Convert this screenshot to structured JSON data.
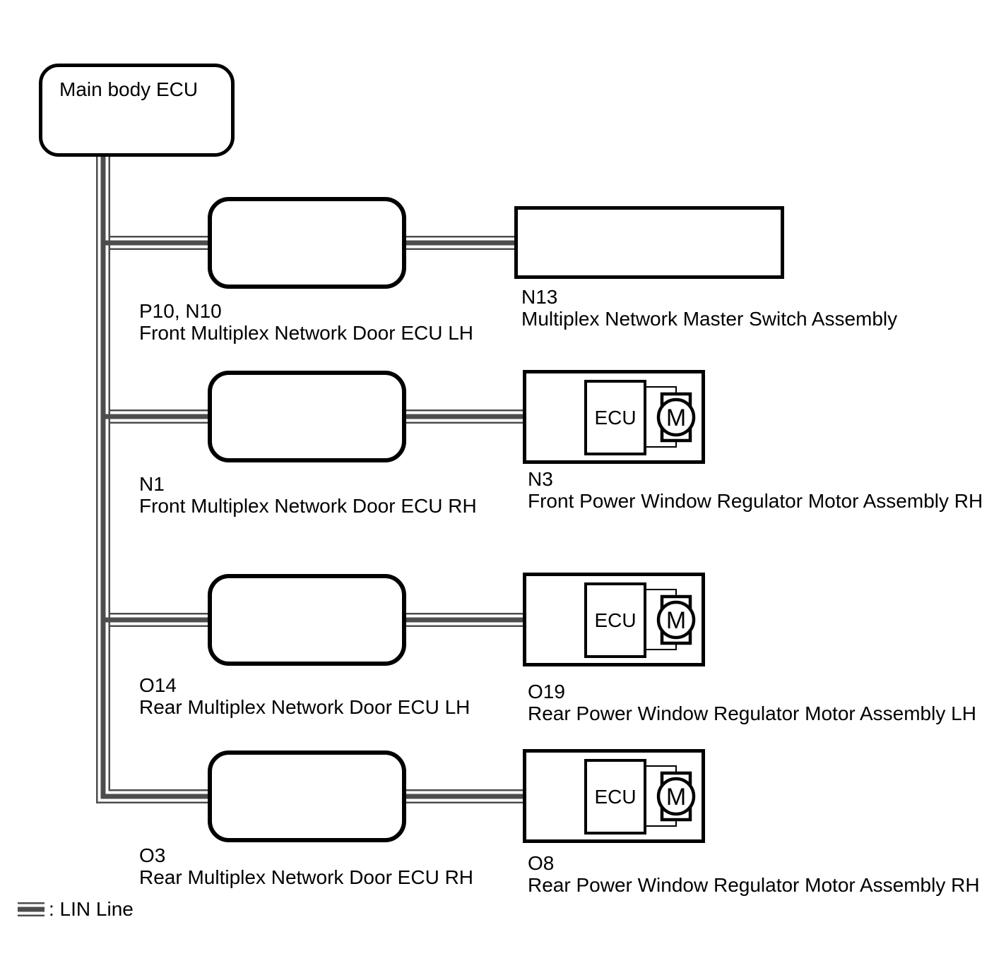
{
  "diagram": {
    "root": {
      "label": "Main body ECU"
    },
    "rows": [
      {
        "ecu": {
          "code": "P10, N10",
          "name": "Front Multiplex Network Door ECU LH"
        },
        "device": {
          "code": "N13",
          "name": "Multiplex Network Master Switch Assembly",
          "type": "switch-assembly"
        }
      },
      {
        "ecu": {
          "code": "N1",
          "name": "Front Multiplex Network Door ECU RH"
        },
        "device": {
          "code": "N3",
          "name": "Front Power Window Regulator Motor Assembly RH",
          "type": "motor-assembly",
          "ecu_label": "ECU",
          "motor_label": "M"
        }
      },
      {
        "ecu": {
          "code": "O14",
          "name": "Rear Multiplex Network Door ECU LH"
        },
        "device": {
          "code": "O19",
          "name": "Rear Power Window Regulator Motor Assembly LH",
          "type": "motor-assembly",
          "ecu_label": "ECU",
          "motor_label": "M"
        }
      },
      {
        "ecu": {
          "code": "O3",
          "name": "Rear Multiplex Network Door ECU RH"
        },
        "device": {
          "code": "O8",
          "name": "Rear Power Window Regulator Motor Assembly RH",
          "type": "motor-assembly",
          "ecu_label": "ECU",
          "motor_label": "M"
        }
      }
    ],
    "legend": {
      "label": ": LIN Line",
      "symbol": "lin-line-triple-stroke"
    },
    "colors": {
      "lin_line": "#4d4d4d",
      "box_border": "#000000",
      "background": "#ffffff",
      "text": "#000000"
    }
  }
}
